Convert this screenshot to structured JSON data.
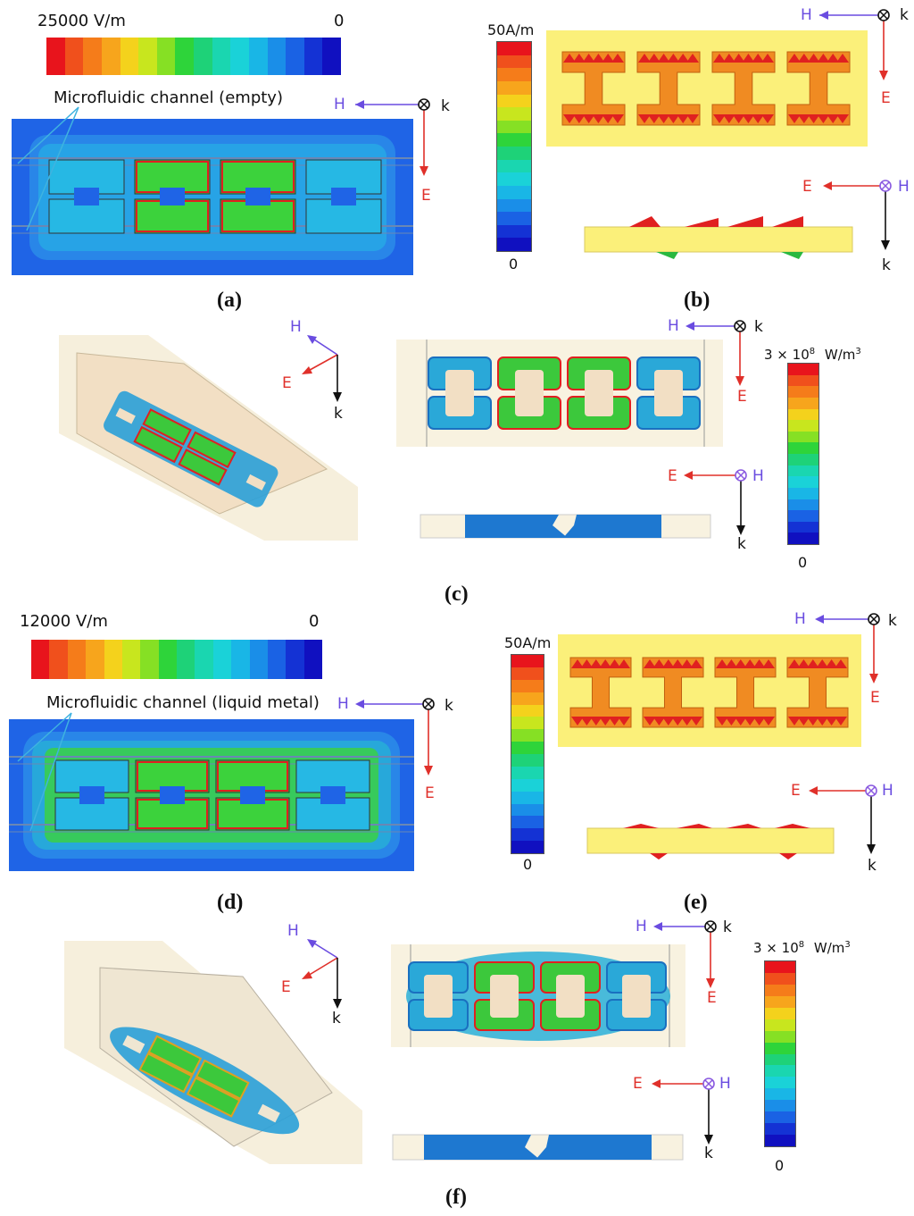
{
  "panels": {
    "a": {
      "label": "(a)",
      "scale_max": "25000  V/m",
      "scale_min": "0",
      "channel_label": "Microfluidic channel (empty)"
    },
    "b": {
      "label": "(b)",
      "scale_max": "50A/m",
      "scale_min": "0"
    },
    "c": {
      "label": "(c)",
      "scale_max_base": "3 × 10",
      "scale_max_exp": "8",
      "scale_max_unit": "W/m",
      "scale_max_unit_exp": "3",
      "scale_min": "0"
    },
    "d": {
      "label": "(d)",
      "scale_max": "12000  V/m",
      "scale_min": "0",
      "channel_label": "Microfluidic channel (liquid metal)"
    },
    "e": {
      "label": "(e)",
      "scale_max": "50A/m",
      "scale_min": "0"
    },
    "f": {
      "label": "(f)",
      "scale_max_base": "3 × 10",
      "scale_max_exp": "8",
      "scale_max_unit": "W/m",
      "scale_max_unit_exp": "3",
      "scale_min": "0"
    }
  },
  "axes": {
    "H": "H",
    "E": "E",
    "k": "k"
  },
  "colormap": [
    "#e8141c",
    "#f0501c",
    "#f57c1a",
    "#f7a51c",
    "#f4d21c",
    "#c8e61e",
    "#86e024",
    "#2ed43a",
    "#1ed278",
    "#1ad6b0",
    "#1ad2d8",
    "#19b6e6",
    "#1a8ee8",
    "#1a62e4",
    "#1432d4",
    "#1010c0"
  ],
  "colors": {
    "field_blue": "#1f64e6",
    "ring_green": "#3cd23c",
    "substrate_yellow": "#fbf07a",
    "substrate_beige": "#f5efdd",
    "metal_orange": "#f08b22",
    "arrow_red": "#e02020"
  }
}
